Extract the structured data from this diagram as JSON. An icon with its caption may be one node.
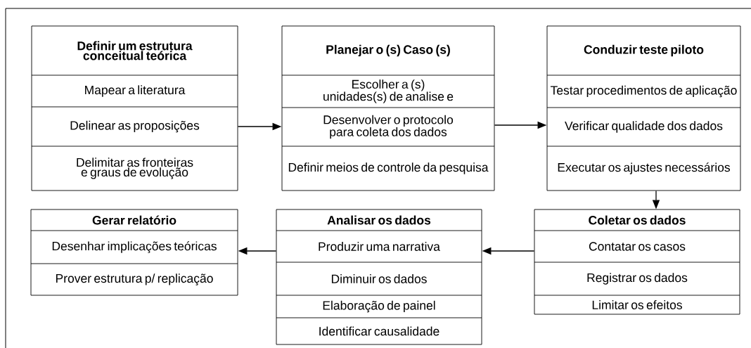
{
  "diagram": {
    "nodes": [
      {
        "text": [
          "Definir um estrutura conceitual teórica",
          "Mapear a literatura",
          "Delinear as proposições",
          "Delimitar as fronteiras e graus de evolução"
        ]
      },
      {
        "text": [
          "Planejar o (s) Caso (s)",
          "Escolher a (s) unidades(s) de analise e",
          "Desenvolver o protocolo para coleta dos dados",
          "Definir meios de controle da pesquisa"
        ]
      },
      {
        "text": [
          "Conduzir teste piloto",
          "Testar procedimentos de aplicação",
          "Verificar qualidade dos dados",
          "Executar os ajustes necessários"
        ]
      },
      {
        "text": [
          "Gerar relatório",
          "Desenhar implicações teóricas",
          "Prover estrutura p/ replicação"
        ]
      },
      {
        "text": [
          "Analisar os dados",
          "Produzir uma narrativa",
          "Diminuir os dados",
          "Elaboração de painel",
          "Identificar causalidade"
        ]
      },
      {
        "text": [
          "Coletar os dados",
          "Contatar os casos",
          "Registrar os dados",
          "Limitar os efeitos"
        ]
      }
    ],
    "edges": [
      {
        "from": 0,
        "to": 1,
        "arrow": "to"
      },
      {
        "from": 1,
        "to": 2,
        "arrow": "to"
      },
      {
        "from": 2,
        "to": 5,
        "arrow": "to"
      },
      {
        "from": 5,
        "to": 4,
        "arrow": "to"
      },
      {
        "from": 4,
        "to": 3,
        "arrow": "to"
      }
    ]
  }
}
